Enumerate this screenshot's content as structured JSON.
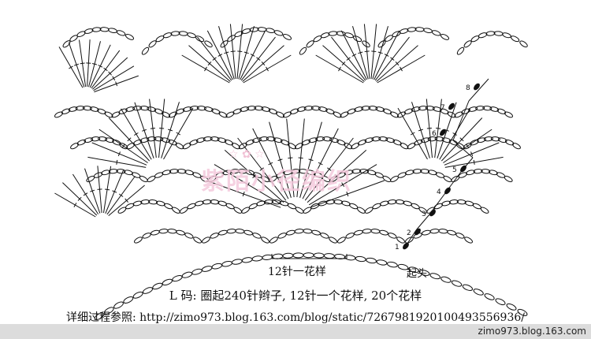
{
  "diagram": {
    "repeat_label": "12针一花样",
    "start_label": "起头",
    "size_line": "L 码: 圈起240针辫子, 12针一个花样, 20个花样",
    "url_line": "详细过程参照: http://zimo973.blog.163.com/blog/static/7267981920100493556936/",
    "row_numbers": [
      "1",
      "2",
      "3",
      "4",
      "5",
      "6",
      "7",
      "8"
    ],
    "watermark": "紫陌小径编织"
  },
  "footer": {
    "text": "zimo973.blog.163.com"
  }
}
